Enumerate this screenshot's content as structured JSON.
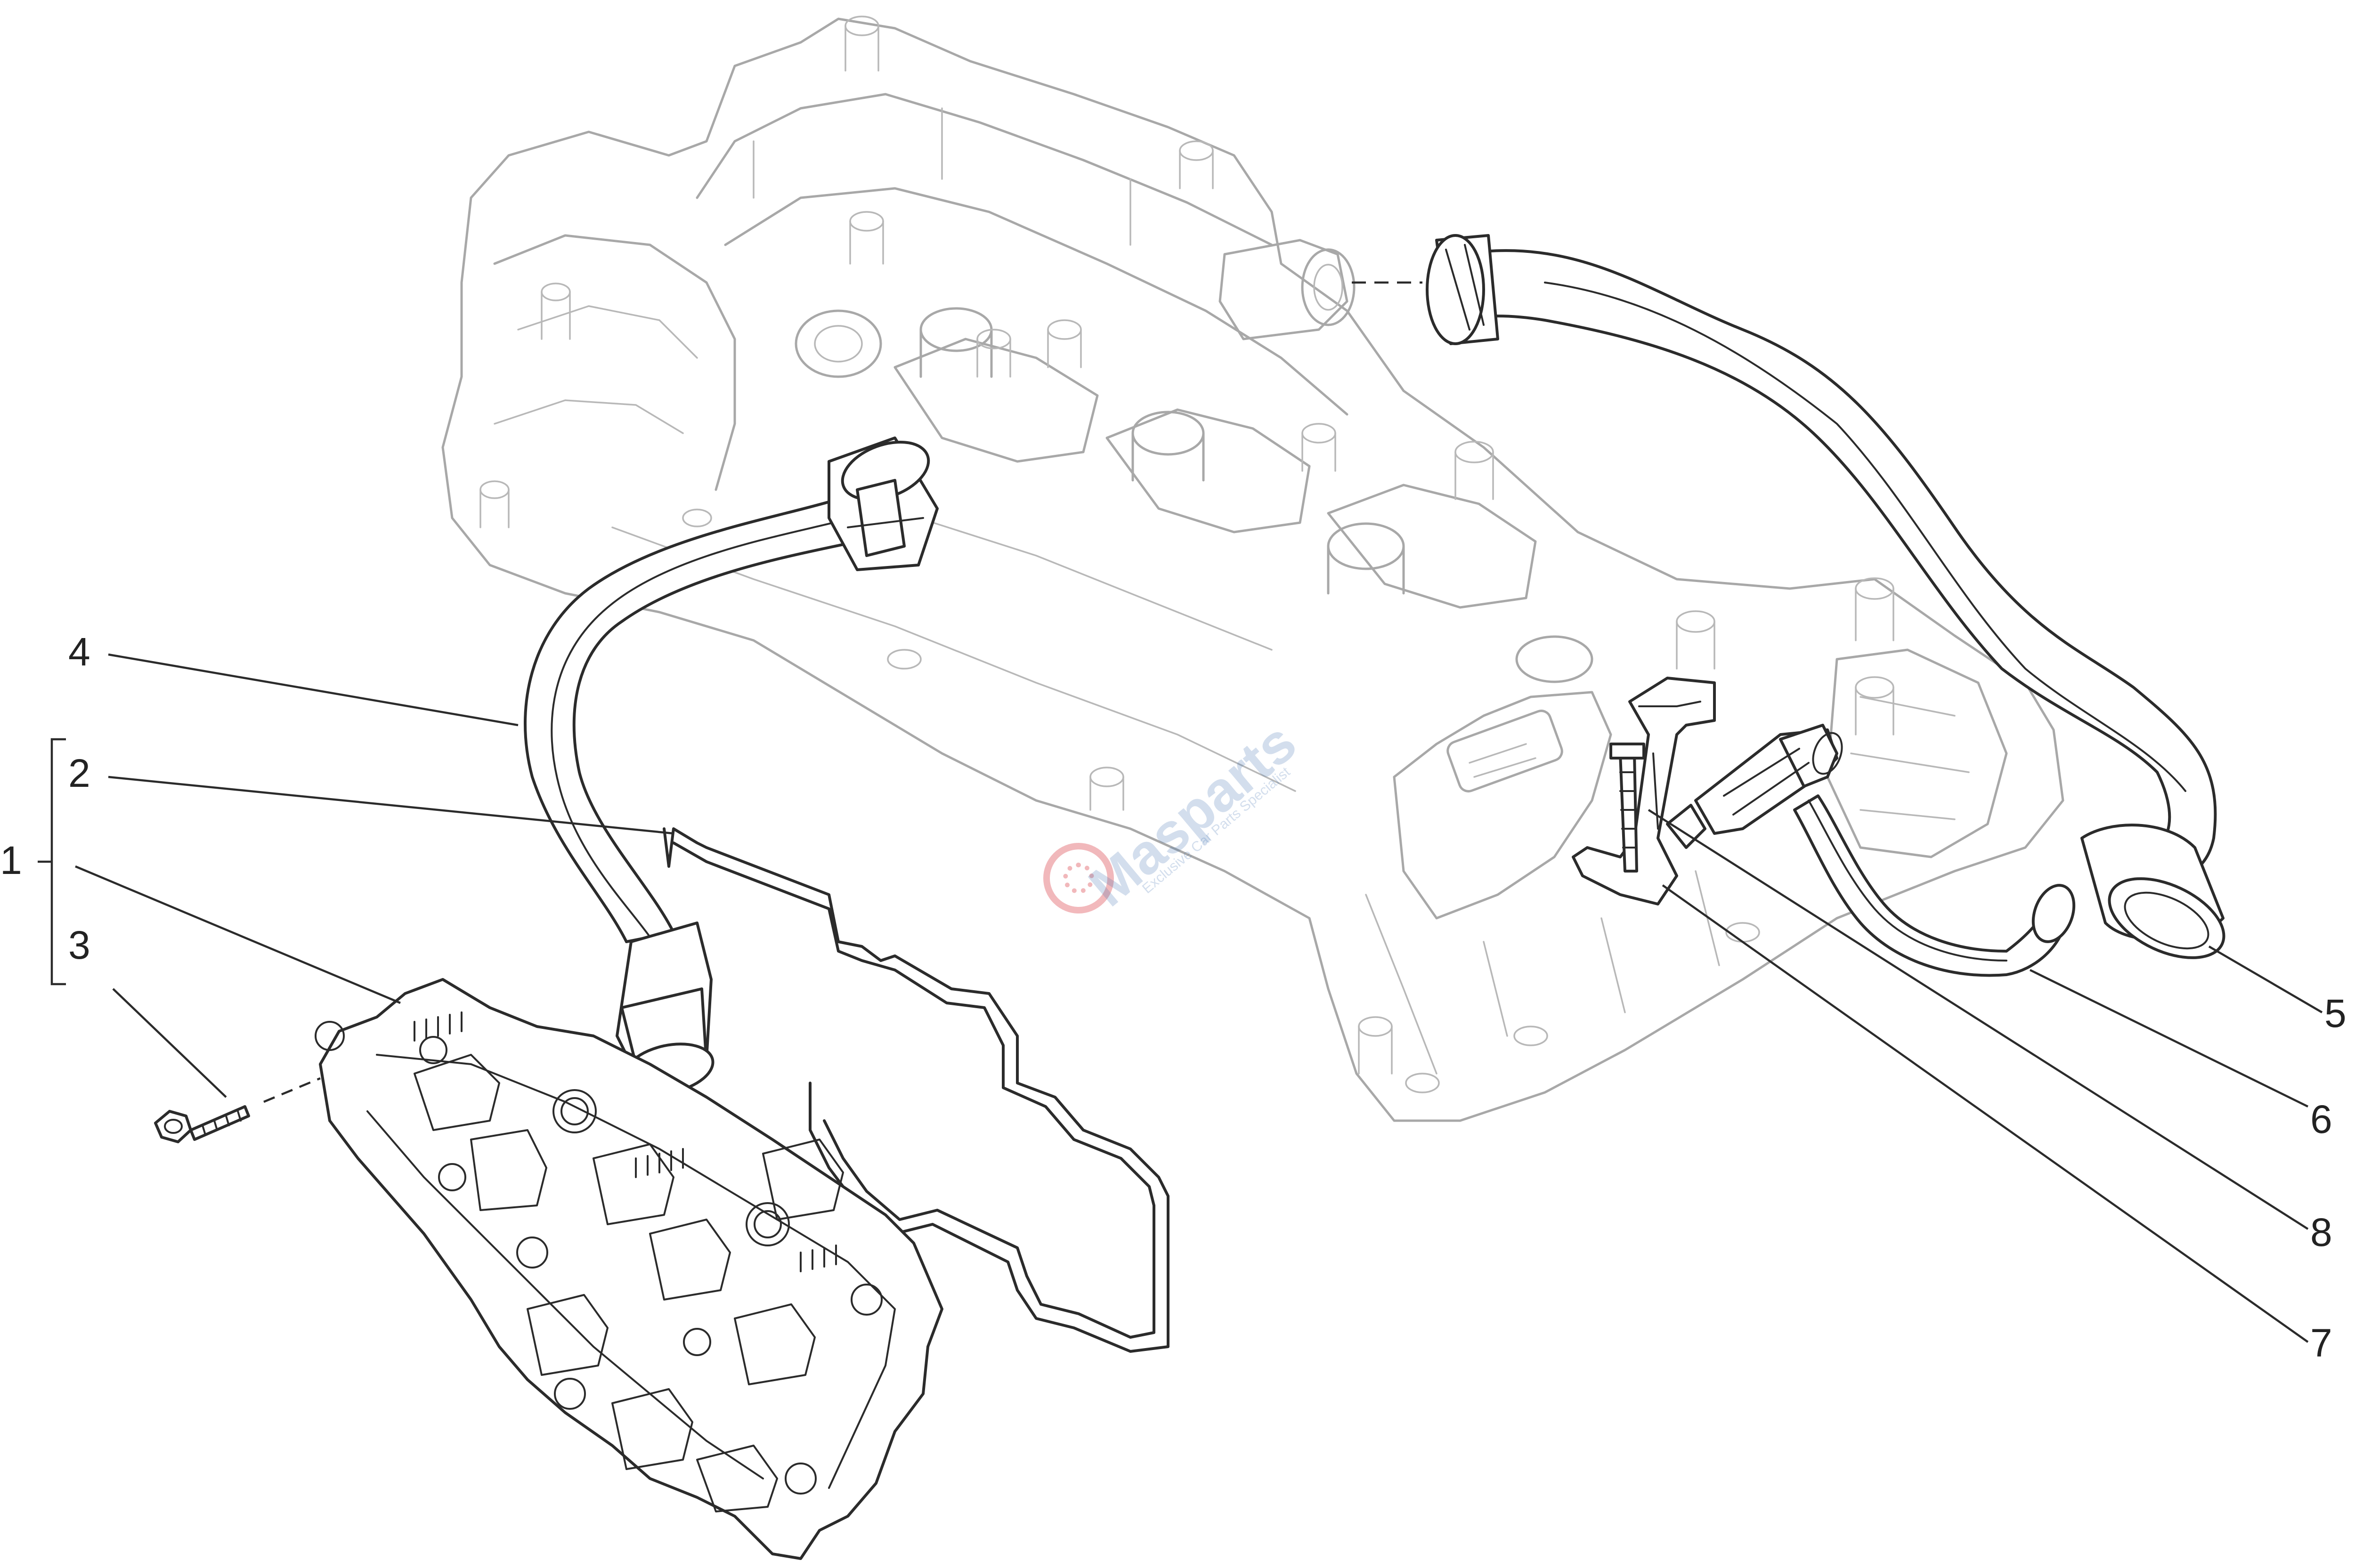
{
  "callouts": [
    {
      "id": "1",
      "label": "1"
    },
    {
      "id": "2",
      "label": "2"
    },
    {
      "id": "3",
      "label": "3"
    },
    {
      "id": "4",
      "label": "4"
    },
    {
      "id": "5",
      "label": "5"
    },
    {
      "id": "6",
      "label": "6"
    },
    {
      "id": "7",
      "label": "7"
    },
    {
      "id": "8",
      "label": "8"
    }
  ],
  "watermark": {
    "brand": "Masparts",
    "tagline": "Exclusive Car Parts Specialist"
  },
  "colors": {
    "part_stroke": "#2b2b2b",
    "engine_stroke": "#a8a8a8",
    "watermark": "#3a6fb0",
    "watermark_logo": "#d9363e"
  }
}
